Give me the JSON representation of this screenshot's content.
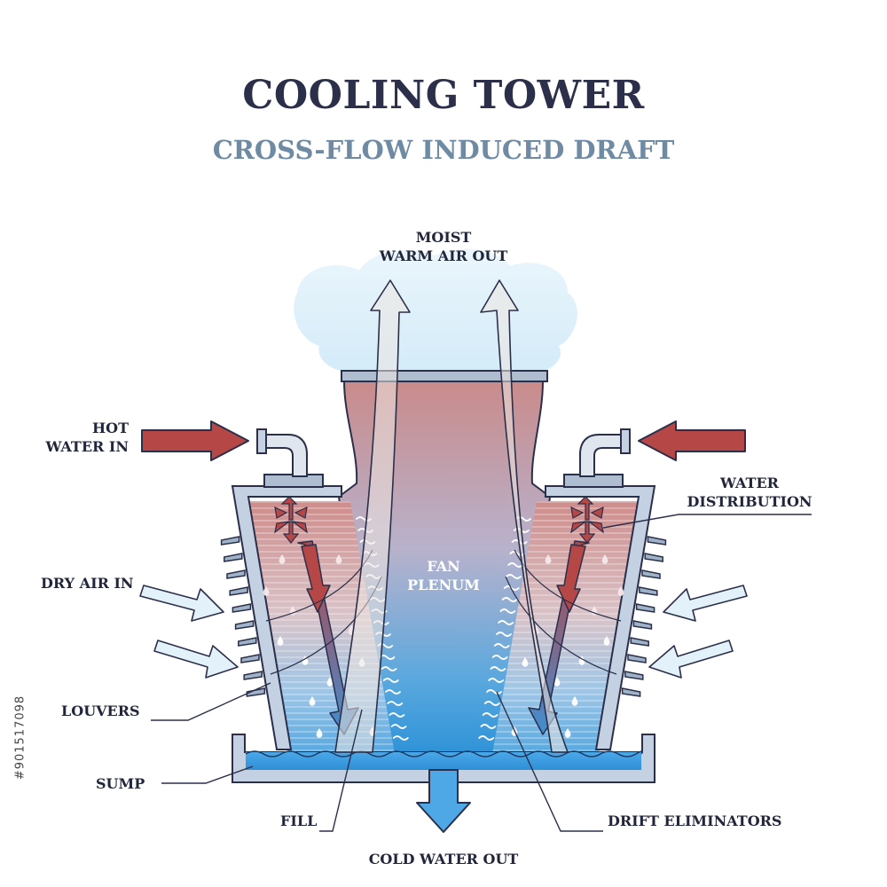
{
  "title": "COOLING TOWER",
  "subtitle": "CROSS-FLOW INDUCED DRAFT",
  "labels": {
    "moist_air_line1": "MOIST",
    "moist_air_line2": "WARM AIR OUT",
    "hot_water_line1": "HOT",
    "hot_water_line2": "WATER IN",
    "water_distribution_line1": "WATER",
    "water_distribution_line2": "DISTRIBUTION",
    "fan_plenum_line1": "FAN",
    "fan_plenum_line2": "PLENUM",
    "dry_air": "DRY AIR IN",
    "louvers": "LOUVERS",
    "sump": "SUMP",
    "fill": "FILL",
    "drift_eliminators": "DRIFT ELIMINATORS",
    "cold_water": "COLD WATER OUT"
  },
  "stock_id": "#901517098",
  "colors": {
    "hot": "#b64747",
    "cold": "#3a9fe0",
    "outline": "#2b2f4a",
    "frame": "#b9c9dc",
    "air_in": "#e3f1fa",
    "air_out": "#ece6e0"
  }
}
